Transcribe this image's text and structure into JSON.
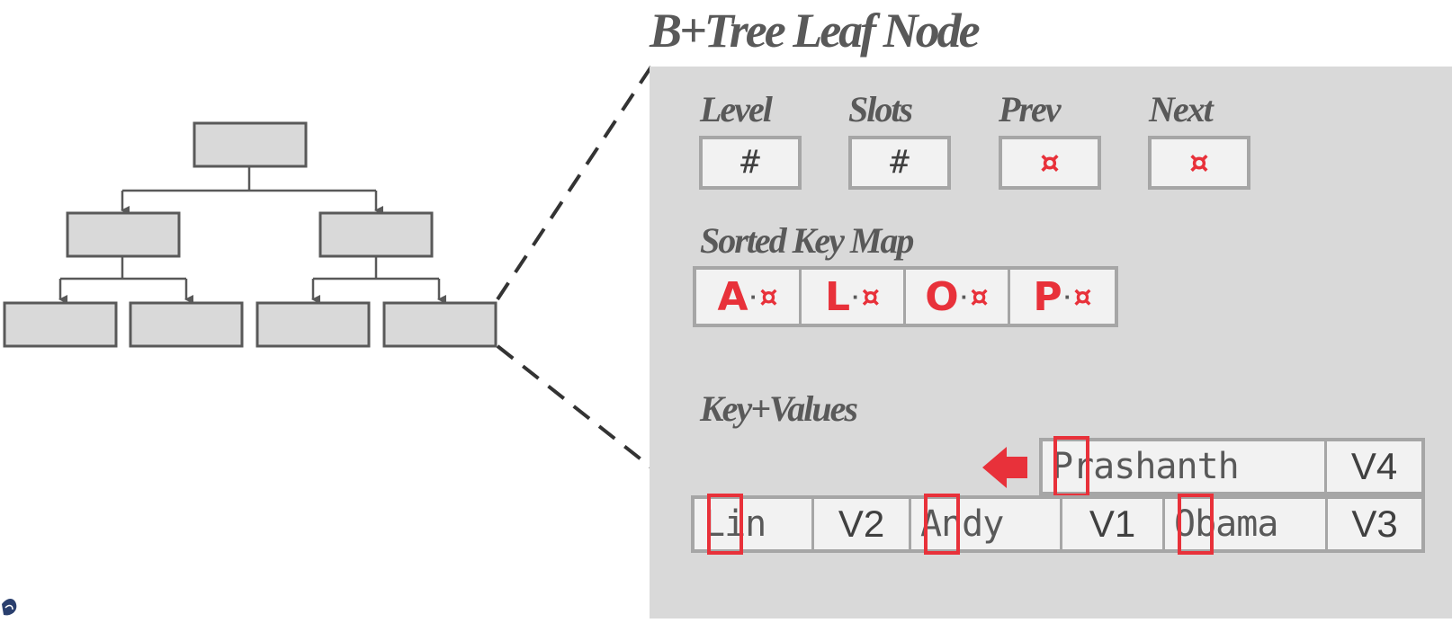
{
  "title": "B+Tree Leaf Node",
  "header": {
    "fields": [
      {
        "label": "Level",
        "value": "#"
      },
      {
        "label": "Slots",
        "value": "#"
      },
      {
        "label": "Prev",
        "value": "¤"
      },
      {
        "label": "Next",
        "value": "¤"
      }
    ]
  },
  "sorted_key_map": {
    "label": "Sorted Key Map",
    "entries": [
      {
        "key": "A",
        "sep": "·",
        "ptr": "¤"
      },
      {
        "key": "L",
        "sep": "·",
        "ptr": "¤"
      },
      {
        "key": "O",
        "sep": "·",
        "ptr": "¤"
      },
      {
        "key": "P",
        "sep": "·",
        "ptr": "¤"
      }
    ]
  },
  "key_values": {
    "label": "Key+Values",
    "new_row": [
      {
        "key": "Prashanth",
        "value": "V4"
      }
    ],
    "rows": [
      {
        "key": "Lin",
        "value": "V2"
      },
      {
        "key": "Andy",
        "value": "V1"
      },
      {
        "key": "Obama",
        "value": "V3"
      }
    ]
  },
  "colors": {
    "accent": "#e8313a",
    "panel": "#d9d9d9",
    "box_border": "#a6a6a6",
    "box_fill": "#f2f2f2",
    "text": "#595959"
  },
  "icons": {
    "arrow": "left-arrow-icon",
    "logo": "logo-icon"
  }
}
